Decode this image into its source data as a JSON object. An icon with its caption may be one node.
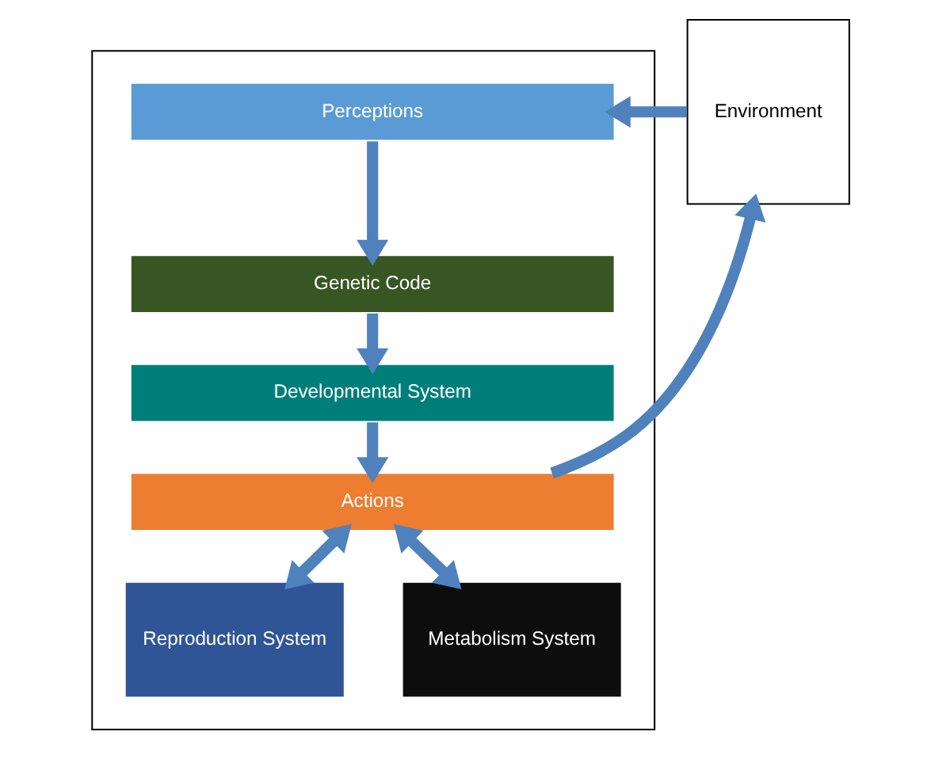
{
  "diagram": {
    "nodes": [
      {
        "text": [],
        "shape": "box"
      },
      {
        "text": [
          "Perceptions"
        ],
        "in": 0
      },
      {
        "text": [
          "Genetic Code"
        ],
        "in": 0
      },
      {
        "text": [
          "Developmental System"
        ],
        "in": 0
      },
      {
        "text": [
          "Actions"
        ],
        "in": 0
      },
      {
        "text": [
          "Reproduction System"
        ],
        "in": 0
      },
      {
        "text": [
          "Metabolism System"
        ],
        "in": 0
      },
      {
        "text": [
          "Environment"
        ]
      }
    ],
    "edges": [
      {
        "from": 7,
        "to": 1,
        "arrow": "to"
      },
      {
        "from": 1,
        "to": 2,
        "arrow": "to"
      },
      {
        "from": 2,
        "to": 3,
        "arrow": "to"
      },
      {
        "from": 3,
        "to": 4,
        "arrow": "to"
      },
      {
        "from": 4,
        "to": 7,
        "arrow": "to"
      },
      {
        "from": 4,
        "to": 5,
        "arrow": "both"
      },
      {
        "from": 4,
        "to": 6,
        "arrow": "both"
      }
    ]
  }
}
